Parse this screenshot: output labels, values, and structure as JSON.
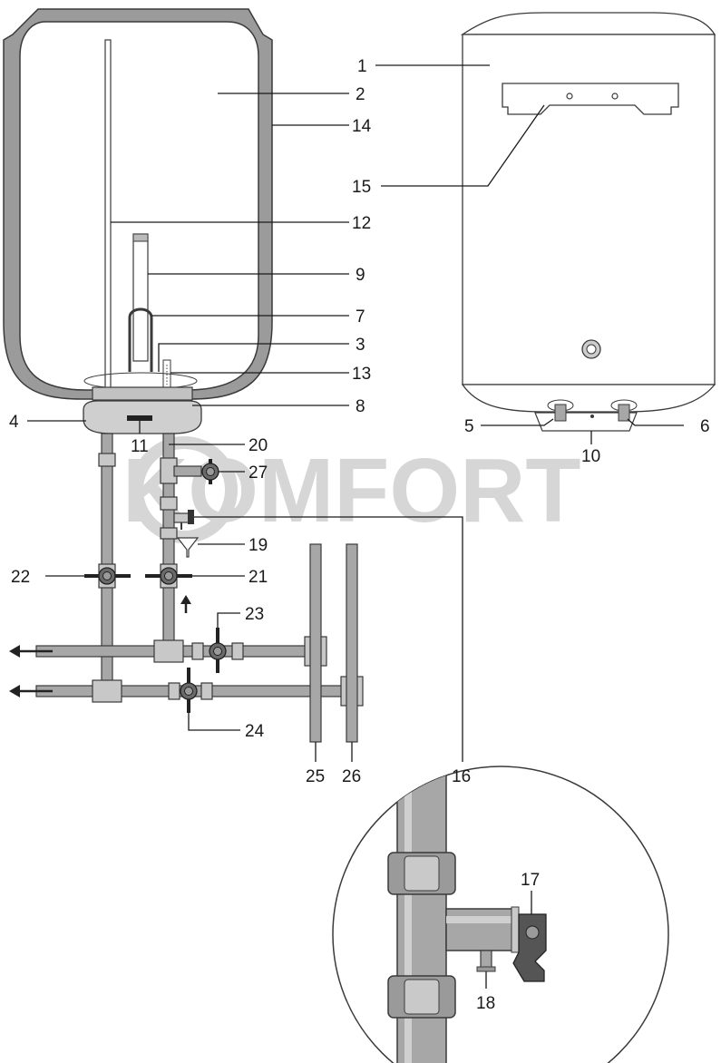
{
  "watermark": "KOMFORT",
  "labels": {
    "l1": "1",
    "l2": "2",
    "l3": "3",
    "l4": "4",
    "l5": "5",
    "l6": "6",
    "l7": "7",
    "l8": "8",
    "l9": "9",
    "l10": "10",
    "l11": "11",
    "l12": "12",
    "l13": "13",
    "l14": "14",
    "l15": "15",
    "l16": "16",
    "l17": "17",
    "l18": "18",
    "l19": "19",
    "l20": "20",
    "l21": "21",
    "l22": "22",
    "l23": "23",
    "l24": "24",
    "l25": "25",
    "l26": "26",
    "l27": "27"
  },
  "colors": {
    "shell": "#9b9b9b",
    "pipe": "#a7a7a7",
    "valve": "#555555",
    "handle": "#222222",
    "outline": "#3a3a3a"
  },
  "icons": {
    "arrow": "arrow-icon",
    "valve": "valve-icon",
    "funnel": "funnel-icon"
  }
}
